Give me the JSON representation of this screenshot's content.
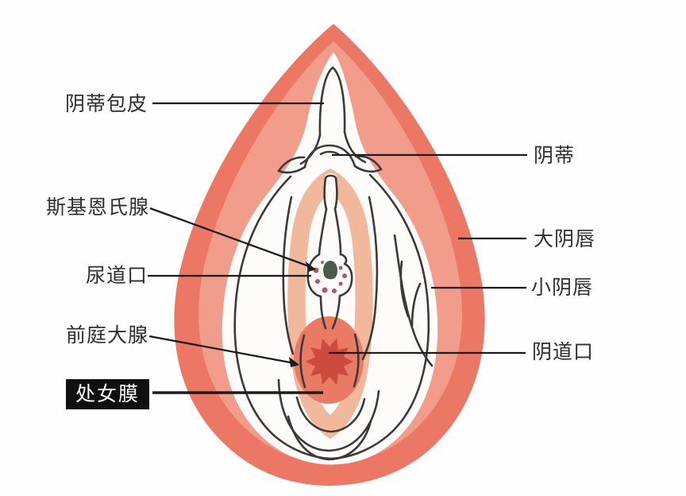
{
  "labels": {
    "clitoral_hood": "阴蒂包皮",
    "skene_gland": "斯基恩氏腺",
    "urethral_opening": "尿道口",
    "bartholin_gland": "前庭大腺",
    "hymen": "处女膜",
    "clitoris": "阴蒂",
    "labia_majora": "大阴唇",
    "labia_minora": "小阴唇",
    "vaginal_opening": "阴道口"
  },
  "colors": {
    "labia_majora_outer": "#ed7765",
    "labia_majora_inner": "#f29c8c",
    "interior_white": "#fdfcfa",
    "vestibule_band": "#f2b89c",
    "vaginal_opening_fill": "#e97a63",
    "hymen_fill": "#cd4a3e",
    "urethral_opening_fill": "#4f584f",
    "skene_dot": "#b4566b",
    "outline": "#3a3a3a",
    "leader_line": "#1c1c1c",
    "label_text": "#2f2f2f",
    "hymen_label_bg": "#101010",
    "hymen_label_text": "#ffffff"
  }
}
